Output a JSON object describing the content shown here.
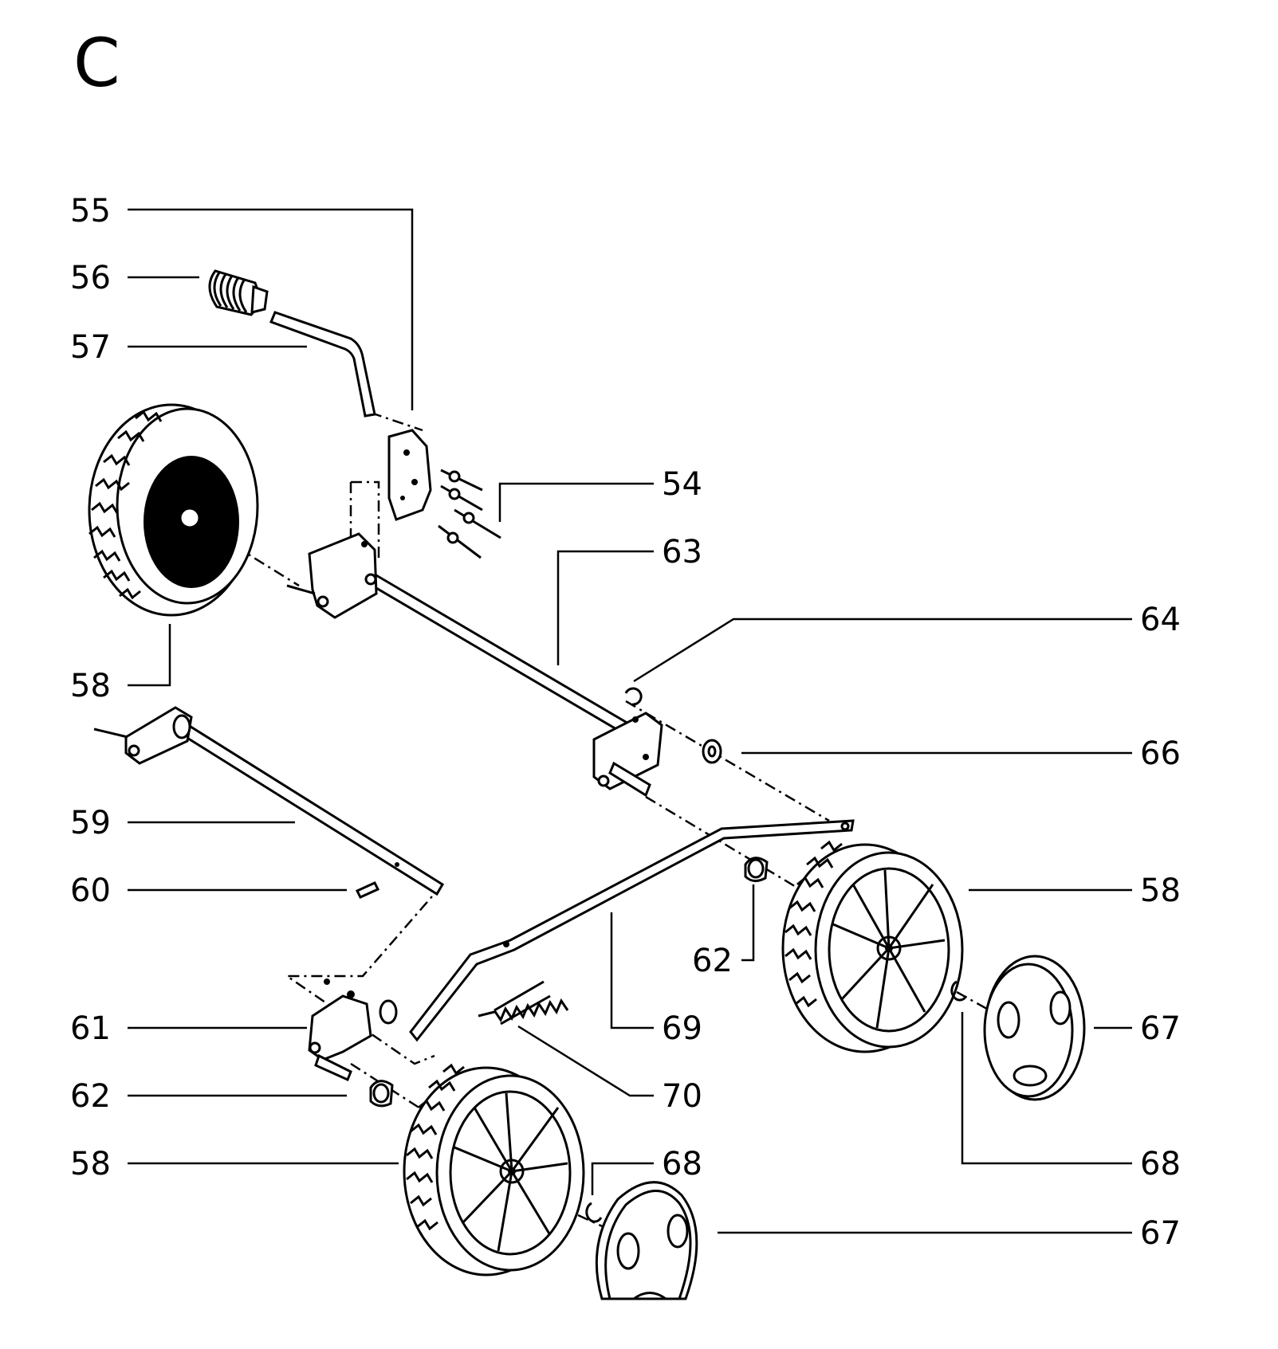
{
  "section_letter": "C",
  "callouts": [
    {
      "id": "c55",
      "label": "55"
    },
    {
      "id": "c56",
      "label": "56"
    },
    {
      "id": "c57",
      "label": "57"
    },
    {
      "id": "c54",
      "label": "54"
    },
    {
      "id": "c63",
      "label": "63"
    },
    {
      "id": "c64",
      "label": "64"
    },
    {
      "id": "c58a",
      "label": "58"
    },
    {
      "id": "c66",
      "label": "66"
    },
    {
      "id": "c59",
      "label": "59"
    },
    {
      "id": "c60",
      "label": "60"
    },
    {
      "id": "c58b",
      "label": "58"
    },
    {
      "id": "c62a",
      "label": "62"
    },
    {
      "id": "c61",
      "label": "61"
    },
    {
      "id": "c69",
      "label": "69"
    },
    {
      "id": "c67a",
      "label": "67"
    },
    {
      "id": "c62b",
      "label": "62"
    },
    {
      "id": "c70",
      "label": "70"
    },
    {
      "id": "c58c",
      "label": "58"
    },
    {
      "id": "c68a",
      "label": "68"
    },
    {
      "id": "c68b",
      "label": "68"
    },
    {
      "id": "c67b",
      "label": "67"
    }
  ],
  "parts": [
    {
      "name": "height-adjust-grip-56"
    },
    {
      "name": "height-adjust-lever-57"
    },
    {
      "name": "lever-bracket-55"
    },
    {
      "name": "screws-54"
    },
    {
      "name": "rear-axle-63"
    },
    {
      "name": "front-axle-59"
    },
    {
      "name": "pin-60"
    },
    {
      "name": "front-bracket-61"
    },
    {
      "name": "link-rod-69"
    },
    {
      "name": "spring-70"
    },
    {
      "name": "wheel-58"
    },
    {
      "name": "bushing-62"
    },
    {
      "name": "washer-66"
    },
    {
      "name": "clip-64"
    },
    {
      "name": "clip-68"
    },
    {
      "name": "hub-cap-67"
    }
  ]
}
